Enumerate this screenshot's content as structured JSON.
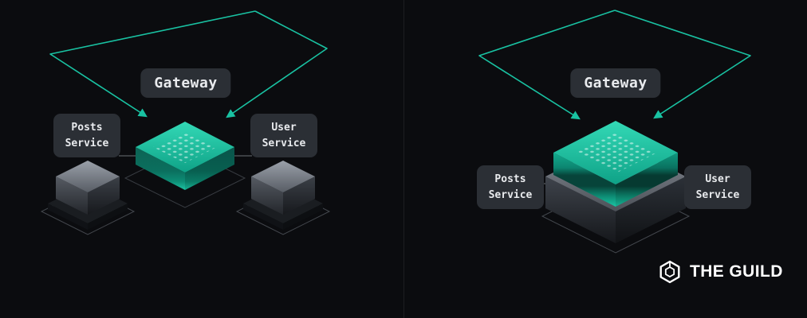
{
  "colors": {
    "background": "#0b0c0f",
    "accent": "#19c2a2",
    "badge_bg": "#2b2f35",
    "badge_text": "#e9ebee",
    "logo_text": "#ffffff",
    "divider": "rgba(255,255,255,0.08)"
  },
  "left_diagram": {
    "gateway_label": "Gateway",
    "posts_service_label": "Posts Service",
    "user_service_label": "User Service"
  },
  "right_diagram": {
    "gateway_label": "Gateway",
    "posts_service_label": "Posts Service",
    "user_service_label": "User Service"
  },
  "logo": {
    "text": "THE GUILD"
  }
}
